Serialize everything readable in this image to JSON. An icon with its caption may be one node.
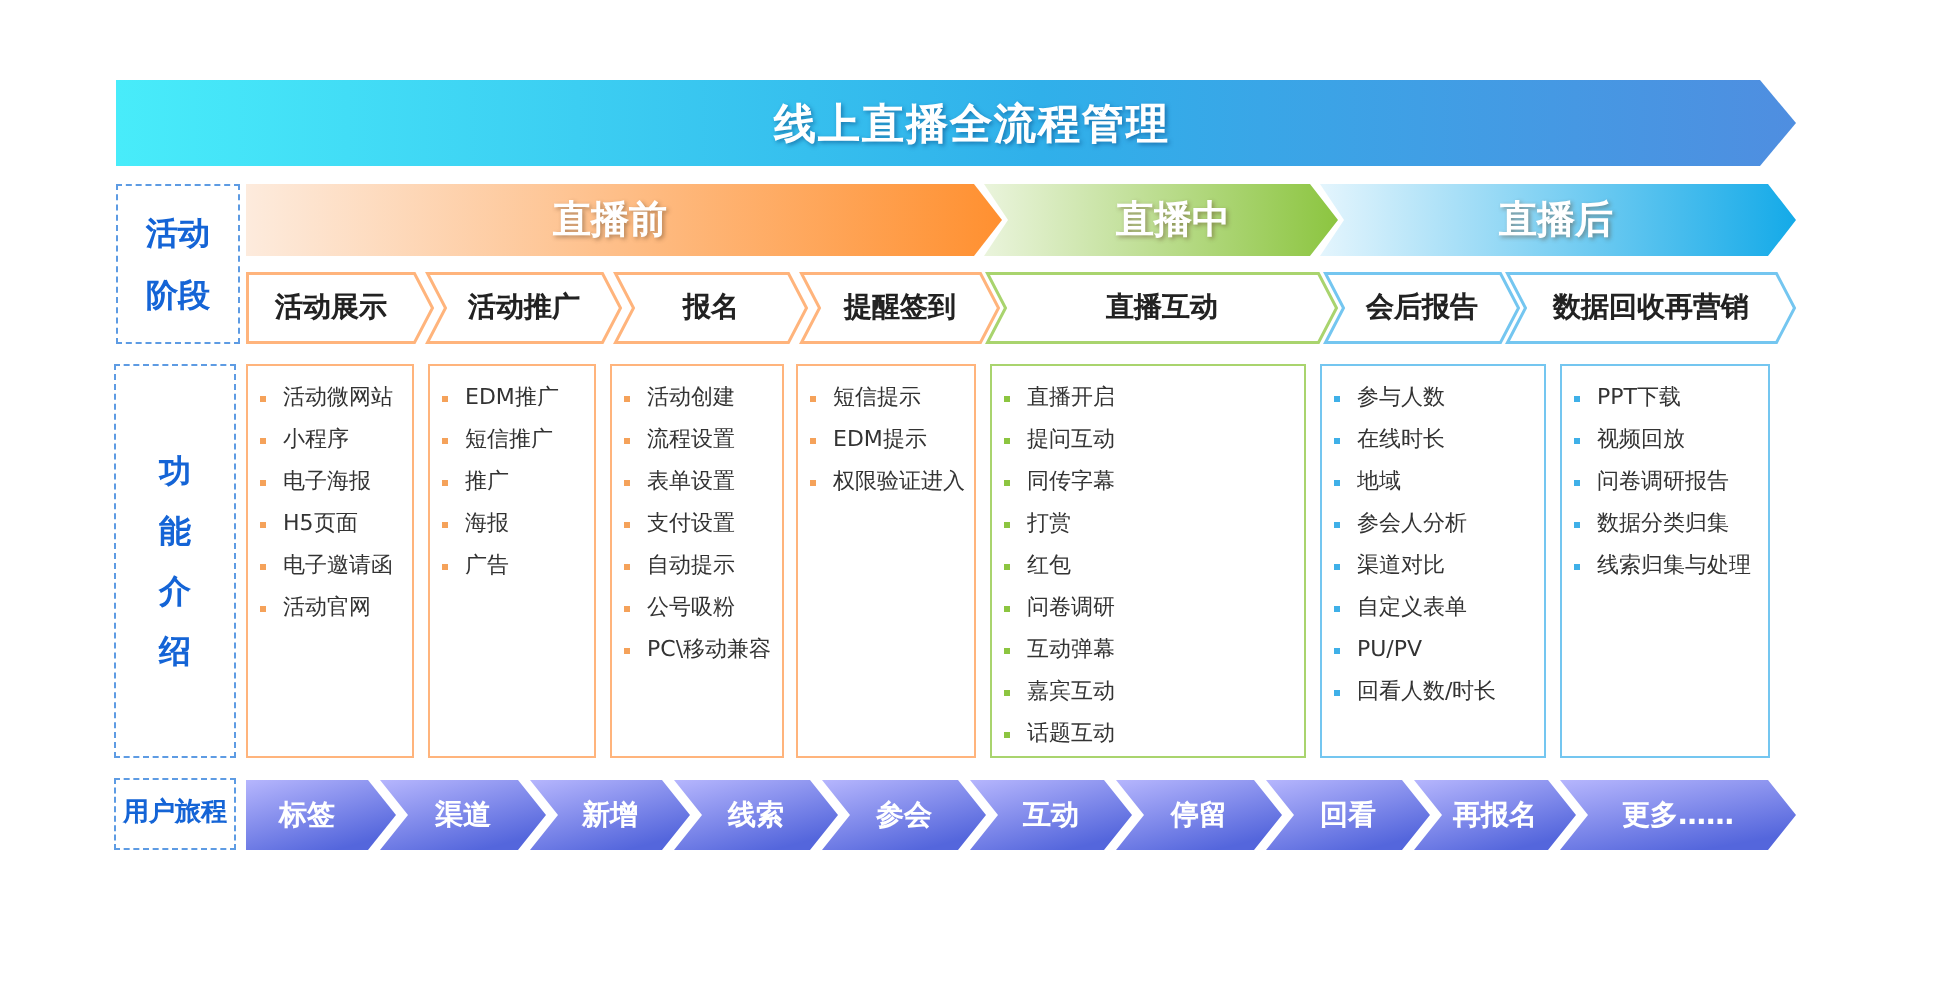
{
  "diagram": {
    "title": "线上直播全流程管理",
    "nodes": [
      {
        "text": [
          "活动阶段"
        ]
      },
      {
        "text": [
          "直播前"
        ]
      },
      {
        "text": [
          "直播中"
        ]
      },
      {
        "text": [
          "直播后"
        ]
      },
      {
        "text": [
          "活动展示"
        ]
      },
      {
        "text": [
          "活动推广"
        ]
      },
      {
        "text": [
          "报名"
        ]
      },
      {
        "text": [
          "提醒签到"
        ]
      },
      {
        "text": [
          "直播互动"
        ]
      },
      {
        "text": [
          "会后报告"
        ]
      },
      {
        "text": [
          "数据回收再营销"
        ]
      },
      {
        "text": [
          "功能介绍"
        ]
      },
      {
        "text": [
          "活动微网站",
          "小程序",
          "电子海报",
          "H5页面",
          "电子邀请函",
          "活动官网"
        ]
      },
      {
        "text": [
          "EDM推广",
          "短信推广",
          "推广",
          "海报",
          "广告"
        ]
      },
      {
        "text": [
          "活动创建",
          "流程设置",
          "表单设置",
          "支付设置",
          "自动提示",
          "公号吸粉",
          "PC\\移动兼容"
        ]
      },
      {
        "text": [
          "短信提示",
          "EDM提示",
          "权限验证进入"
        ]
      },
      {
        "text": [
          "直播开启",
          "提问互动",
          "同传字幕",
          "打赏",
          "红包",
          "问卷调研",
          "互动弹幕",
          "嘉宾互动",
          "话题互动"
        ]
      },
      {
        "text": [
          "参与人数",
          "在线时长",
          "地域",
          "参会人分析",
          "渠道对比",
          "自定义表单",
          "PU/PV",
          "回看人数/时长"
        ]
      },
      {
        "text": [
          "PPT下载",
          "视频回放",
          "问卷调研报告",
          "数据分类归集",
          "线索归集与处理"
        ]
      },
      {
        "text": [
          "用户旅程"
        ]
      },
      {
        "text": [
          "标签"
        ]
      },
      {
        "text": [
          "渠道"
        ]
      },
      {
        "text": [
          "新增"
        ]
      },
      {
        "text": [
          "线索"
        ]
      },
      {
        "text": [
          "参会"
        ]
      },
      {
        "text": [
          "互动"
        ]
      },
      {
        "text": [
          "停留"
        ]
      },
      {
        "text": [
          "回看"
        ]
      },
      {
        "text": [
          "再报名"
        ]
      },
      {
        "text": [
          "更多……"
        ]
      }
    ]
  }
}
